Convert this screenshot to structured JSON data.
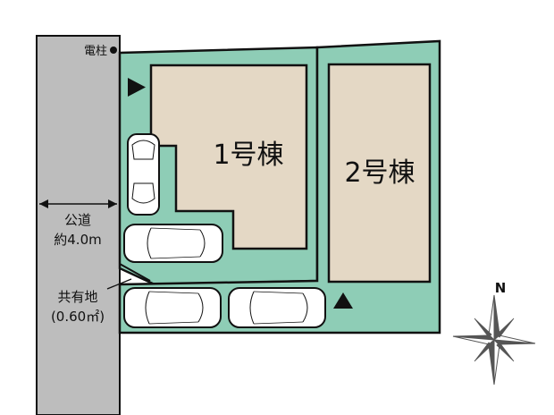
{
  "road": {
    "label_line1": "公道",
    "label_line2": "約4.0m",
    "utility_pole": "電柱"
  },
  "shared_land": {
    "label_line1": "共有地",
    "label_line2": "(0.60㎡)"
  },
  "buildings": [
    {
      "label": "1号棟"
    },
    {
      "label": "2号棟"
    }
  ],
  "compass": {
    "north_label": "N"
  },
  "colors": {
    "road": "#bdbdbd",
    "lot": "#8ecdb6",
    "building": "#e4d8c5",
    "outline": "#111111",
    "car": "#ffffff",
    "compass": "#555555"
  }
}
